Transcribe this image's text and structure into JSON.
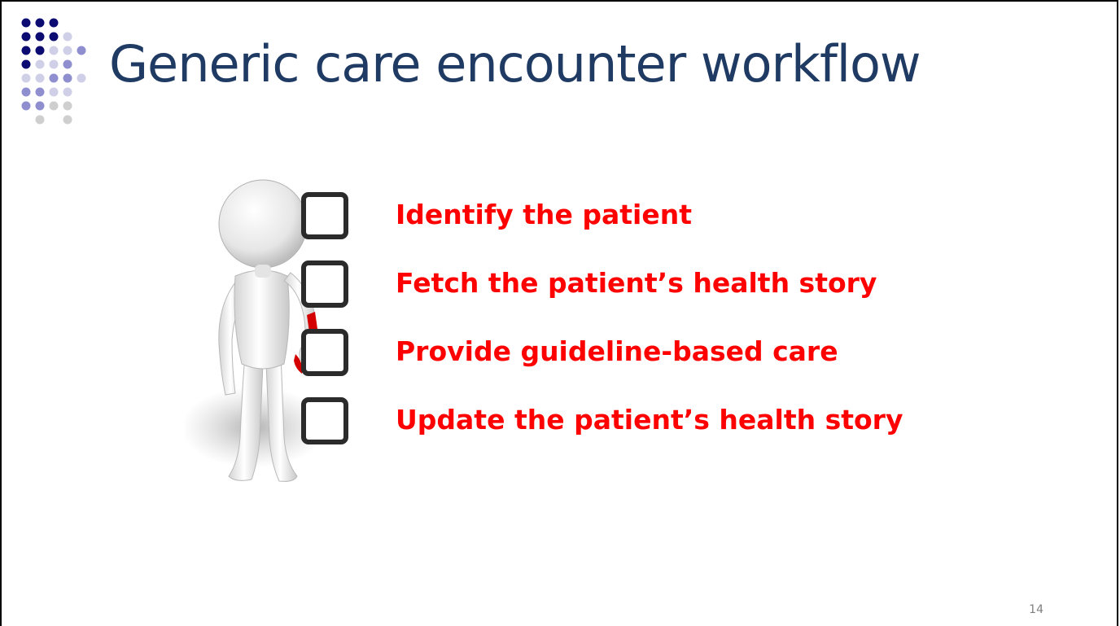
{
  "slide": {
    "title": "Generic care encounter workflow",
    "page_number": "14"
  },
  "checklist": {
    "items": [
      {
        "label": "Identify the patient"
      },
      {
        "label": "Fetch the patient’s health story"
      },
      {
        "label": "Provide guideline-based care"
      },
      {
        "label": "Update the patient’s health story"
      }
    ]
  },
  "colors": {
    "title": "#1f3b64",
    "item_text": "#ff0000",
    "checkbox_border": "#2b2b2b",
    "dot_dark": "#0b0b72",
    "dot_mid": "#8f8fcf",
    "dot_light": "#cfcfe8",
    "dot_gray": "#cfcfcf"
  },
  "icons": {
    "corner_decoration": "dot-grid-icon",
    "figure": "stick-figure-pen-icon",
    "checkbox": "empty-checkbox-icon"
  }
}
